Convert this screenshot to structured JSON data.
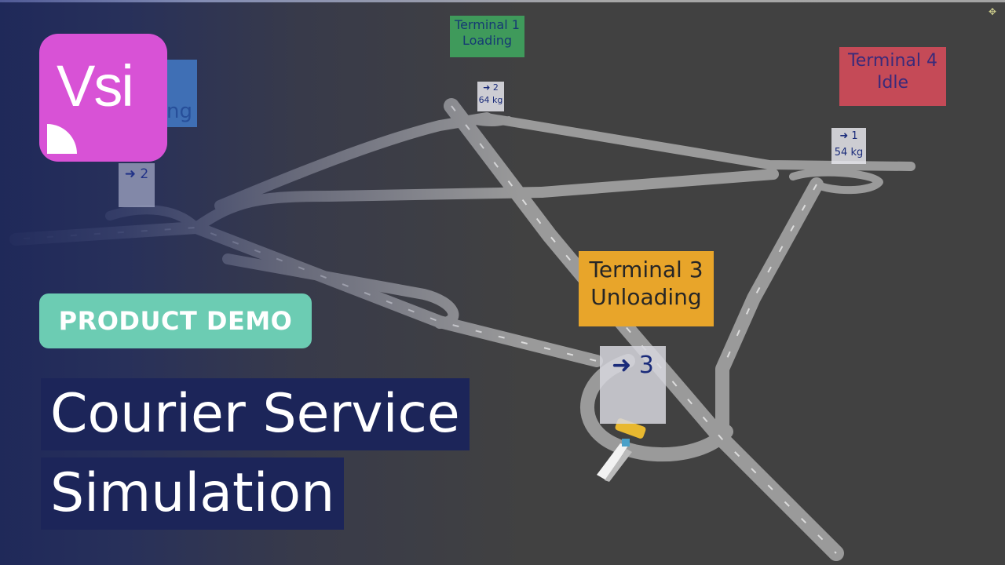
{
  "terminals": {
    "t1": {
      "line1": "Terminal 1",
      "line2": "Loading"
    },
    "t2": {
      "line2": "ng"
    },
    "t3": {
      "line1": "Terminal 3",
      "line2": "Unloading"
    },
    "t4": {
      "line1": "Terminal 4",
      "line2": "Idle"
    }
  },
  "signs": {
    "s1": {
      "arrow": "➜",
      "target": "2",
      "weight": "64 kg"
    },
    "s2": {
      "arrow": "➜",
      "target": "2"
    },
    "s3": {
      "arrow": "➜",
      "target": "3"
    },
    "s4": {
      "arrow": "➜",
      "target": "1",
      "weight": "54 kg"
    }
  },
  "logo": {
    "text": "Vsi"
  },
  "badge": {
    "text": "PRODUCT DEMO"
  },
  "title": {
    "line1": "Courier Service",
    "line2": "Simulation"
  },
  "colors": {
    "background": "#414141",
    "road": "#9a9a9a",
    "terminal_loading": "#3f9a5b",
    "terminal_unloading": "#e8a52a",
    "terminal_idle": "#c54a57",
    "logo_bg": "#d852d6",
    "badge_bg": "#6cccb3",
    "title_bg": "#1c2559"
  },
  "icons": {
    "corner": "settings-icon",
    "vehicle": "taxi-icon"
  }
}
